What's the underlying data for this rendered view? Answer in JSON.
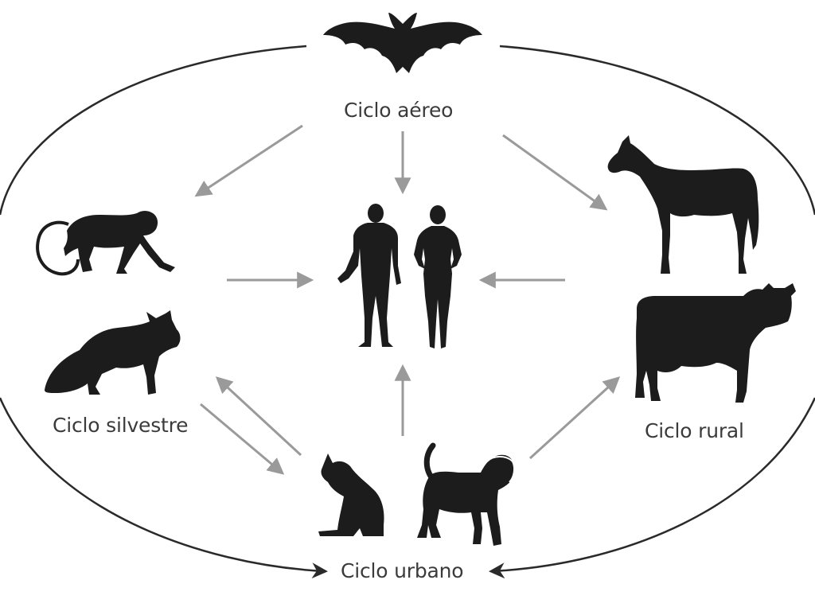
{
  "labels": {
    "aereo": "Ciclo aéreo",
    "silvestre": "Ciclo silvestre",
    "rural": "Ciclo rural",
    "urbano": "Ciclo urbano"
  },
  "icons": [
    "bat-icon",
    "horse-icon",
    "cow-icon",
    "monkey-icon",
    "fox-icon",
    "man-icon",
    "woman-icon",
    "cat-icon",
    "dog-icon"
  ],
  "colors": {
    "silhouette": "#1c1c1c",
    "arrow": "#9a9a9a",
    "ellipse": "#2a2a2a",
    "text": "#3b3b3b"
  }
}
